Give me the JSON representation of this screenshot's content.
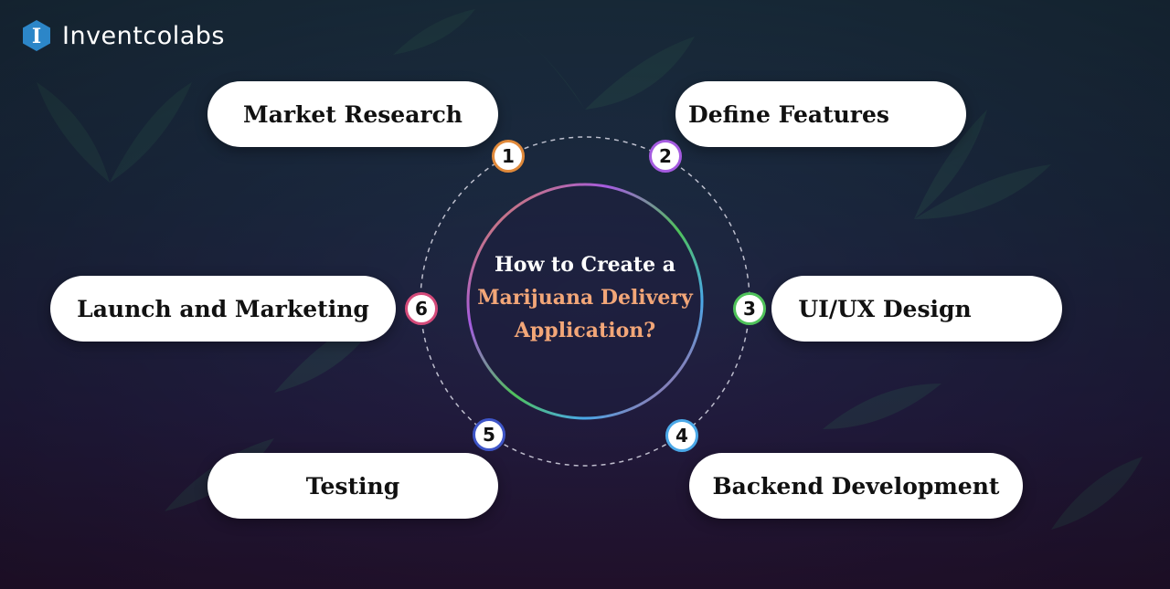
{
  "brand": {
    "logo_letter": "I",
    "name": "Inventcolabs"
  },
  "center": {
    "line1": "How to Create a",
    "line2": "Marijuana Delivery",
    "line3": "Application?"
  },
  "steps": [
    {
      "number": "1",
      "label": "Market Research",
      "color": "#e0893a"
    },
    {
      "number": "2",
      "label": "Define Features",
      "color": "#a55be0"
    },
    {
      "number": "3",
      "label": "UI/UX Design",
      "color": "#4fc25a"
    },
    {
      "number": "4",
      "label": "Backend Development",
      "color": "#4aa8e8"
    },
    {
      "number": "5",
      "label": "Testing",
      "color": "#3e55c8"
    },
    {
      "number": "6",
      "label": "Launch and Marketing",
      "color": "#d44a7a"
    }
  ],
  "colors": {
    "logo_blue": "#2c86c8",
    "center_highlight": "#f2a678"
  }
}
